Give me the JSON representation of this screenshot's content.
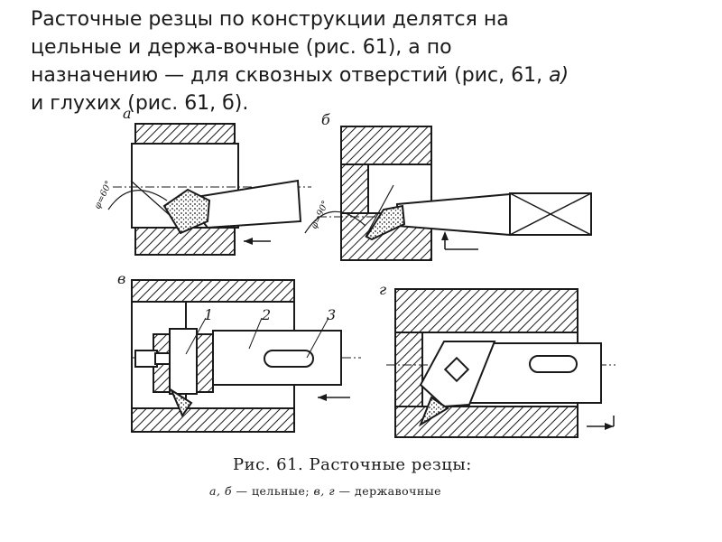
{
  "slide": {
    "line1": "Расточные резцы по конструкции делятся на",
    "line2": "цельные и держа-вочные (рис. 61), а по",
    "line3_a": "назначению — для сквозных отверстий (рис, 61, ",
    "line3_b": "а)",
    "line4": "и глухих (рис. 61, б)."
  },
  "figure": {
    "label_a": "а",
    "label_b": "б",
    "label_v": "в",
    "label_g": "г",
    "angle_a": "φ=60°",
    "angle_b": "φ=90°",
    "part_1": "1",
    "part_2": "2",
    "part_3": "3",
    "caption_title": "Рис. 61. Расточные резцы:",
    "caption_a": "а, б",
    "caption_solid": " — цельные; ",
    "caption_v": "в, г",
    "caption_holder": " — державочные"
  }
}
